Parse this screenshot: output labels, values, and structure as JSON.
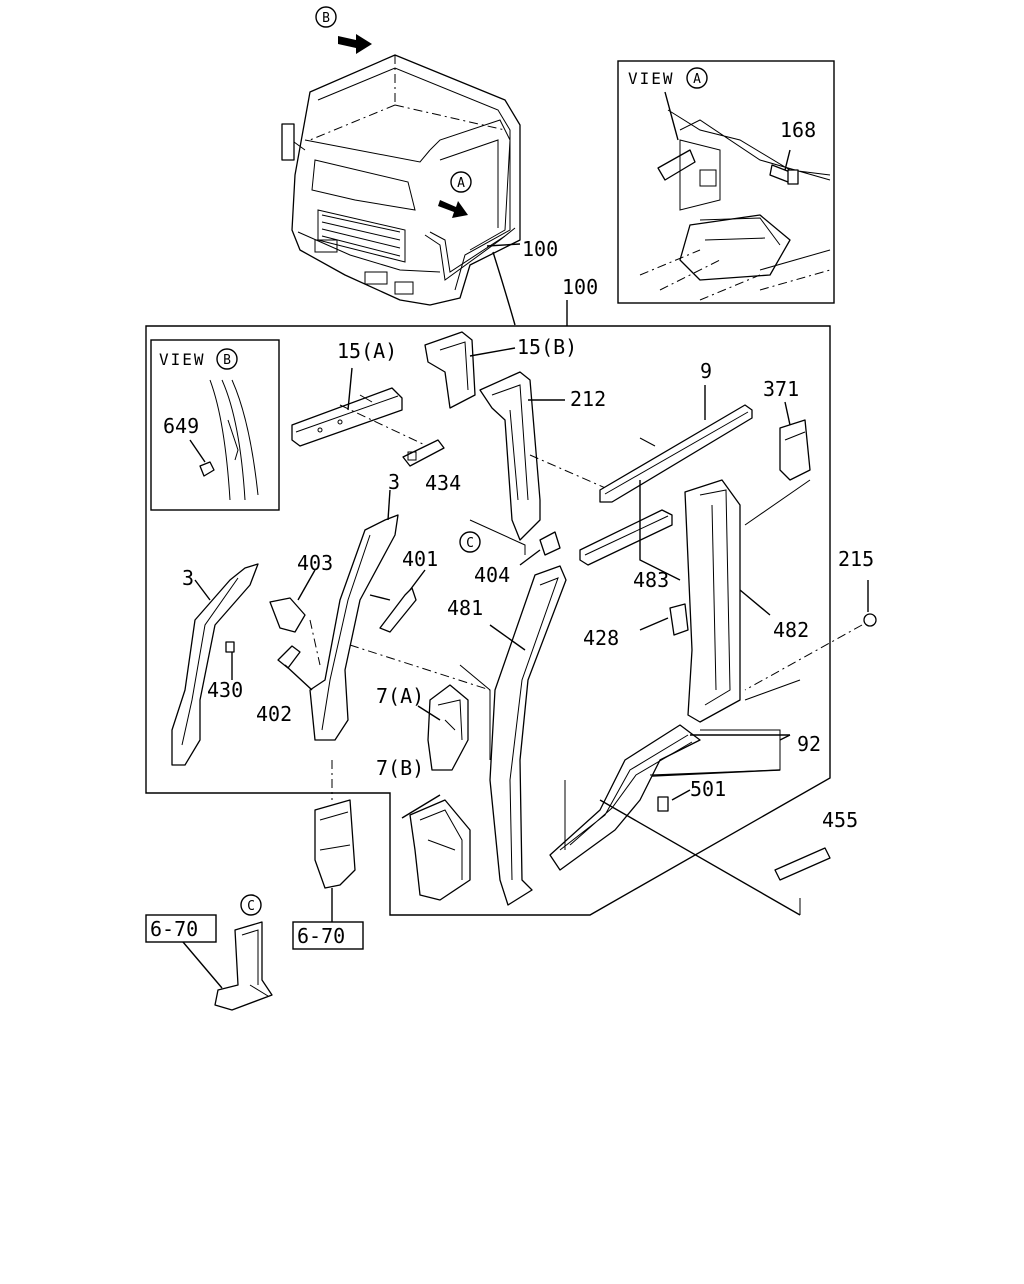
{
  "labels": {
    "l_100a": "100",
    "l_100b": "100",
    "l_168": "168",
    "l_15a": "15(A)",
    "l_15b": "15(B)",
    "l_212": "212",
    "l_9": "9",
    "l_371": "371",
    "l_649": "649",
    "l_434": "434",
    "l_3a": "3",
    "l_3b": "3",
    "l_403": "403",
    "l_401": "401",
    "l_404": "404",
    "l_483": "483",
    "l_215": "215",
    "l_481": "481",
    "l_428": "428",
    "l_482": "482",
    "l_430": "430",
    "l_402": "402",
    "l_7a": "7(A)",
    "l_7b": "7(B)",
    "l_92": "92",
    "l_501": "501",
    "l_455": "455",
    "l_670a": "6-70",
    "l_670b": "6-70"
  },
  "views": {
    "view_a": "VIEW",
    "view_b": "VIEW"
  },
  "circled": {
    "c_b_top": "B",
    "c_a_cab": "A",
    "c_a_view": "A",
    "c_b_view": "B",
    "c_c_main": "C",
    "c_c_small": "C"
  }
}
